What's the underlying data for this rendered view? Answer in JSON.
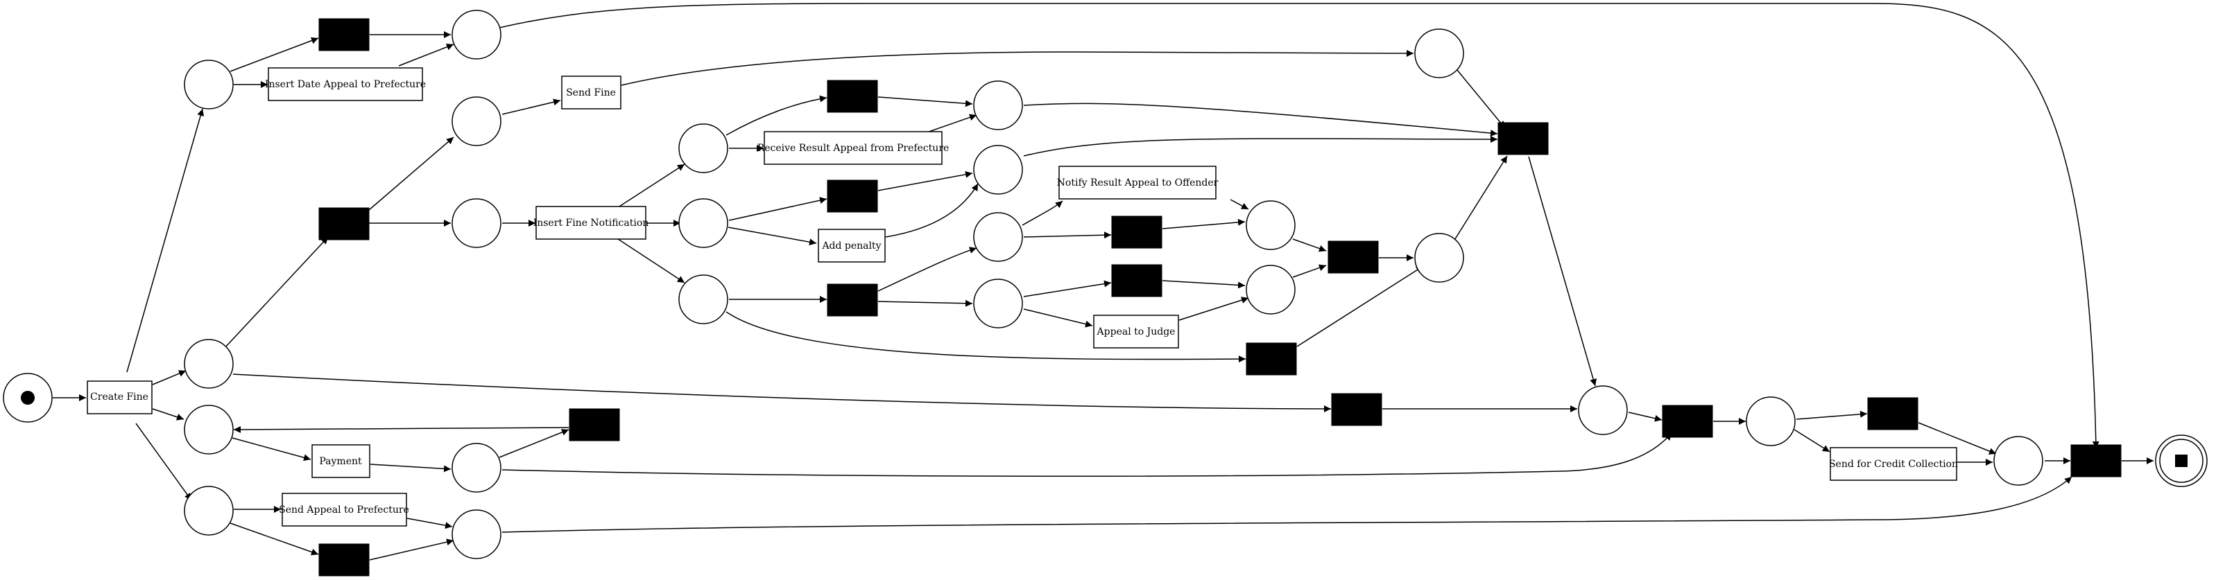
{
  "diagram": {
    "tasks": {
      "create_fine": "Create Fine",
      "insert_date_appeal": "Insert Date Appeal to Prefecture",
      "send_fine": "Send Fine",
      "insert_fine_notification": "Insert Fine Notification",
      "receive_result_appeal": "Receive Result Appeal from Prefecture",
      "add_penalty": "Add penalty",
      "notify_result_appeal": "Notify Result Appeal to Offender",
      "appeal_to_judge": "Appeal to Judge",
      "payment": "Payment",
      "send_appeal_prefecture": "Send Appeal to Prefecture",
      "send_credit_collection": "Send for Credit Collection"
    },
    "colors": {
      "stroke": "#000000",
      "background": "#ffffff",
      "silent_transition": "#000000"
    }
  }
}
